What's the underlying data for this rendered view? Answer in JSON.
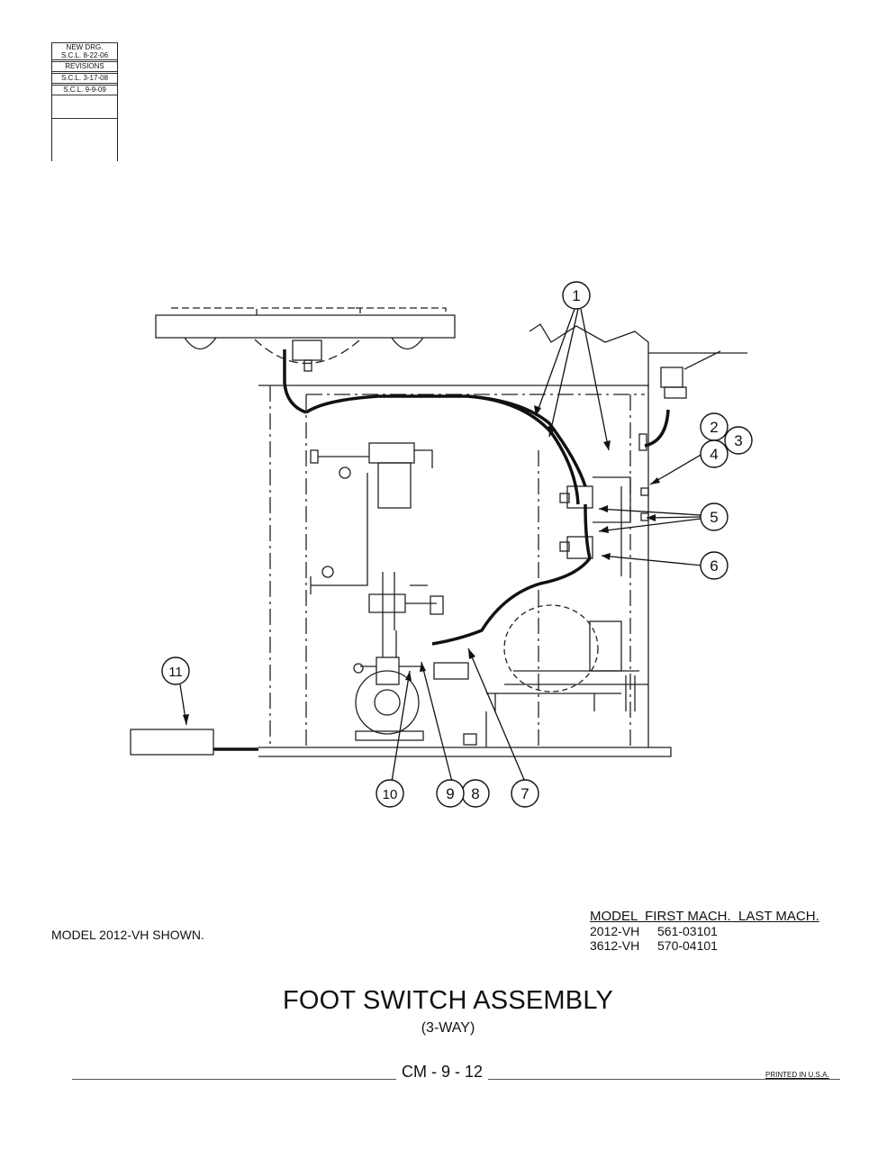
{
  "revision_block": {
    "new_drg_label": "NEW DRG.",
    "new_drg_value": "S.C.L. 8-22-06",
    "revisions_label": "REVISIONS",
    "revision_1": "S.C.L. 3-17-08",
    "revision_2": "S.C.L. 9-9-09"
  },
  "callouts": [
    "1",
    "2",
    "3",
    "4",
    "5",
    "6",
    "7",
    "8",
    "9",
    "10",
    "11"
  ],
  "model_shown": "MODEL 2012-VH SHOWN.",
  "model_table": {
    "header": "MODEL  FIRST MACH.  LAST MACH.",
    "rows": [
      {
        "model": "2012-VH",
        "first": "561-03101"
      },
      {
        "model": "3612-VH",
        "first": "570-04101"
      }
    ]
  },
  "title": "FOOT SWITCH ASSEMBLY",
  "subtitle": "(3-WAY)",
  "page_number": "CM - 9 - 12",
  "printed": "PRINTED IN U.S.A."
}
